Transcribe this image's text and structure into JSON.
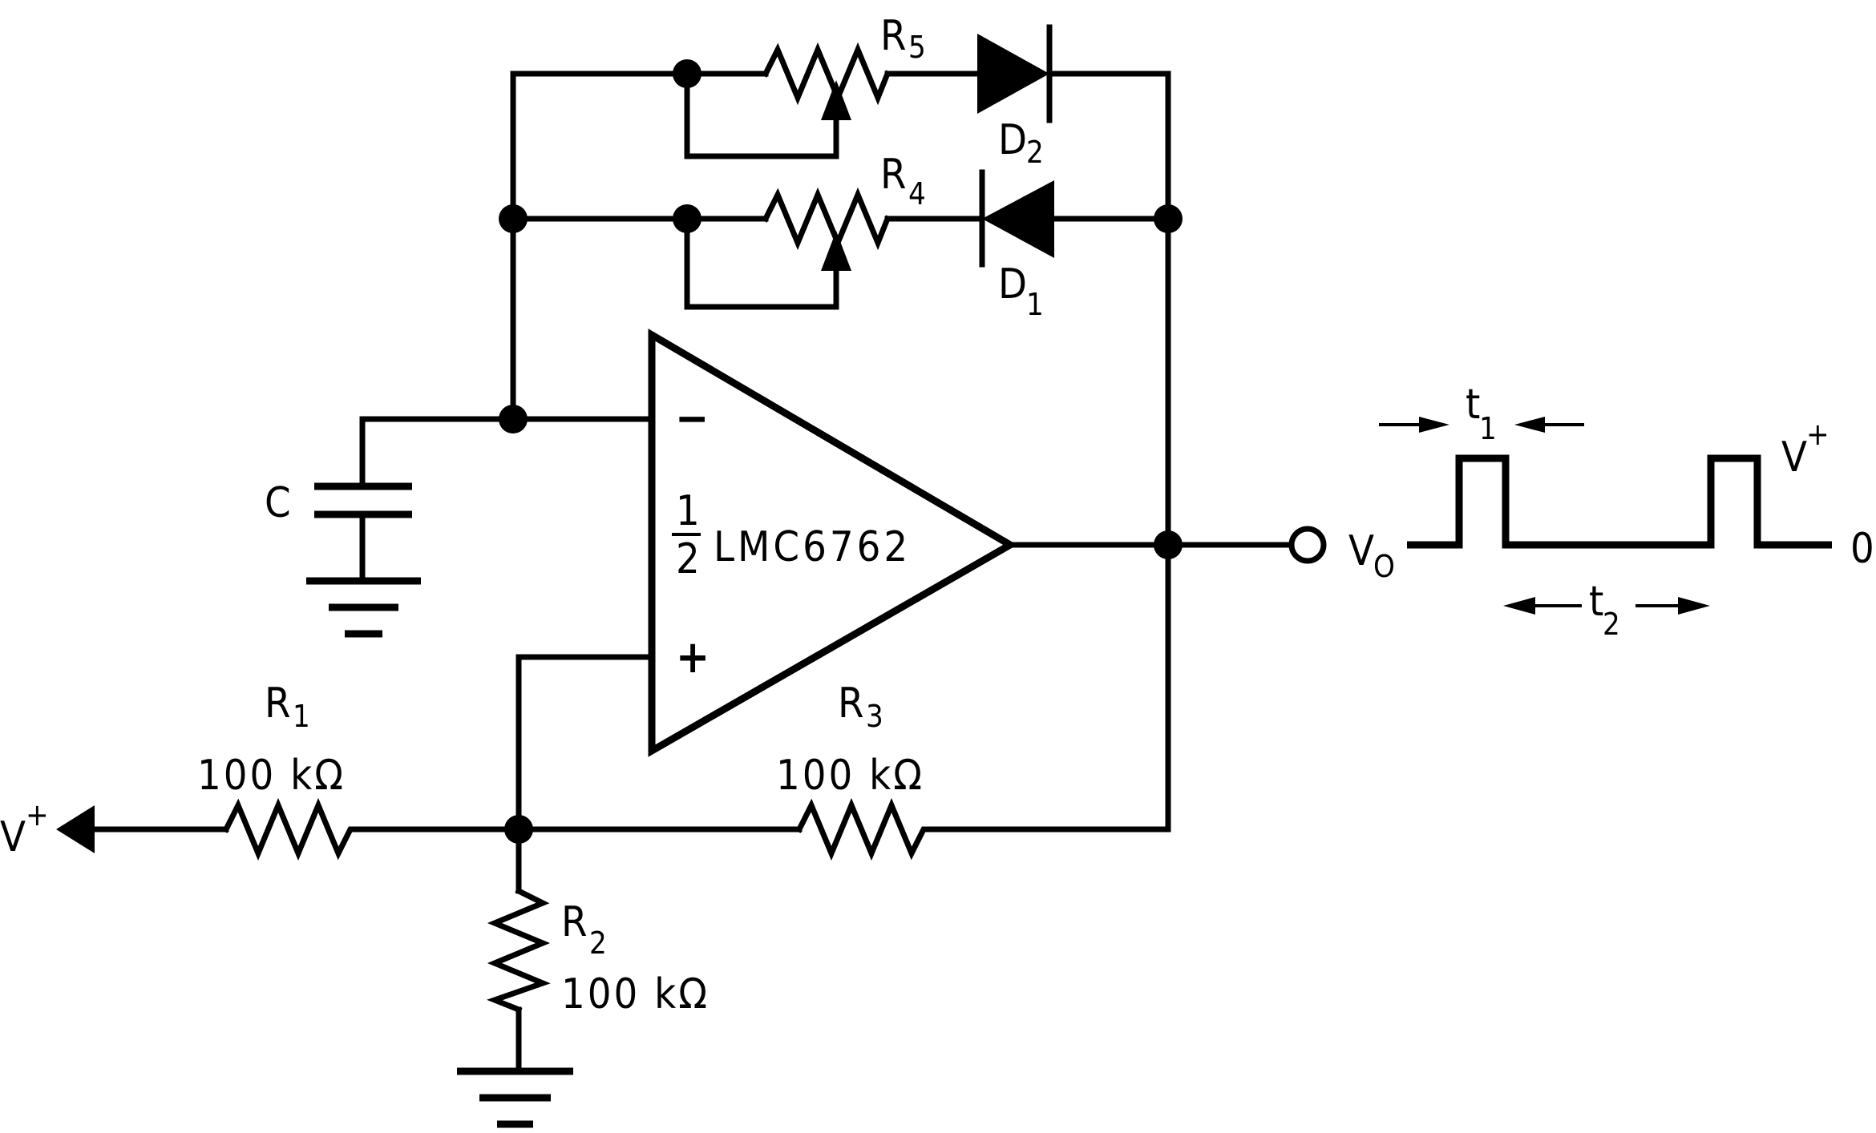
{
  "diagram": {
    "op_amp": {
      "fraction_num": "1",
      "fraction_den": "2",
      "part": "LMC6762",
      "inverting": "−",
      "noninverting": "+"
    },
    "capacitor": {
      "label": "C"
    },
    "r1": {
      "name": "R",
      "sub": "1",
      "value": "100 kΩ"
    },
    "r2": {
      "name": "R",
      "sub": "2",
      "value": "100 kΩ"
    },
    "r3": {
      "name": "R",
      "sub": "3",
      "value": "100 kΩ"
    },
    "r4": {
      "name": "R",
      "sub": "4"
    },
    "r5": {
      "name": "R",
      "sub": "5"
    },
    "d1": {
      "name": "D",
      "sub": "1"
    },
    "d2": {
      "name": "D",
      "sub": "2"
    },
    "supply_input": {
      "name": "V",
      "sup": "+"
    },
    "output": {
      "name": "V",
      "sub": "O"
    },
    "waveform": {
      "t1": {
        "name": "t",
        "sub": "1"
      },
      "t2": {
        "name": "t",
        "sub": "2"
      },
      "high": {
        "name": "V",
        "sup": "+"
      },
      "low": "0"
    }
  }
}
